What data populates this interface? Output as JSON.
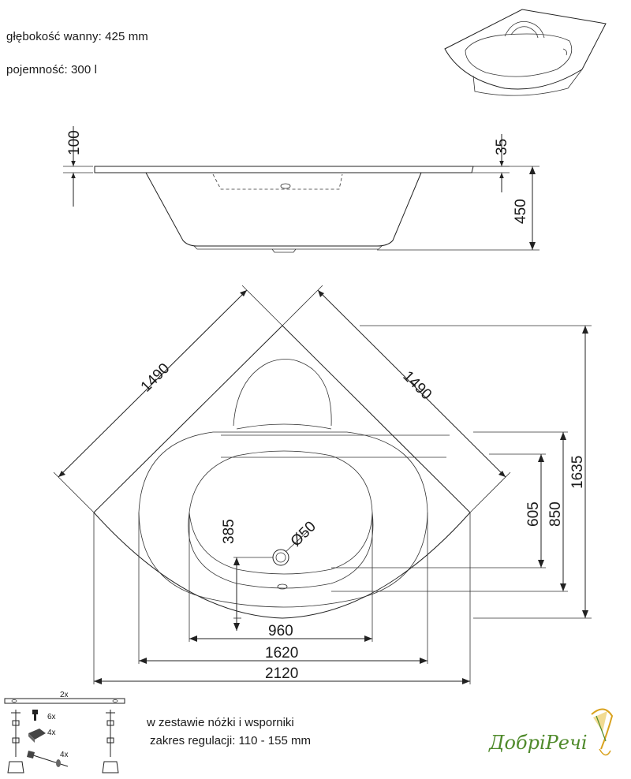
{
  "specs": {
    "depth": "głębokość wanny: 425 mm",
    "capacity": "pojemność: 300 l"
  },
  "side_view": {
    "dim_left": "100",
    "dim_right_small": "35",
    "dim_right_height": "450"
  },
  "top_view": {
    "side_a": "1490",
    "side_b": "1490",
    "height_total": "1635",
    "height_850": "850",
    "height_605": "605",
    "drain_offset": "385",
    "drain_diameter": "Ø50",
    "width_inner": "960",
    "width_mid": "1620",
    "width_total": "2120"
  },
  "kit": {
    "rail_count": "2x",
    "item1_count": "6x",
    "item2_count": "4x",
    "item3_count": "4x",
    "line1": "w zestawie nóżki i wsporniki",
    "line2": "zakres regulacji: 110 - 155 mm"
  },
  "logo": {
    "text": "ДобріРечі"
  }
}
